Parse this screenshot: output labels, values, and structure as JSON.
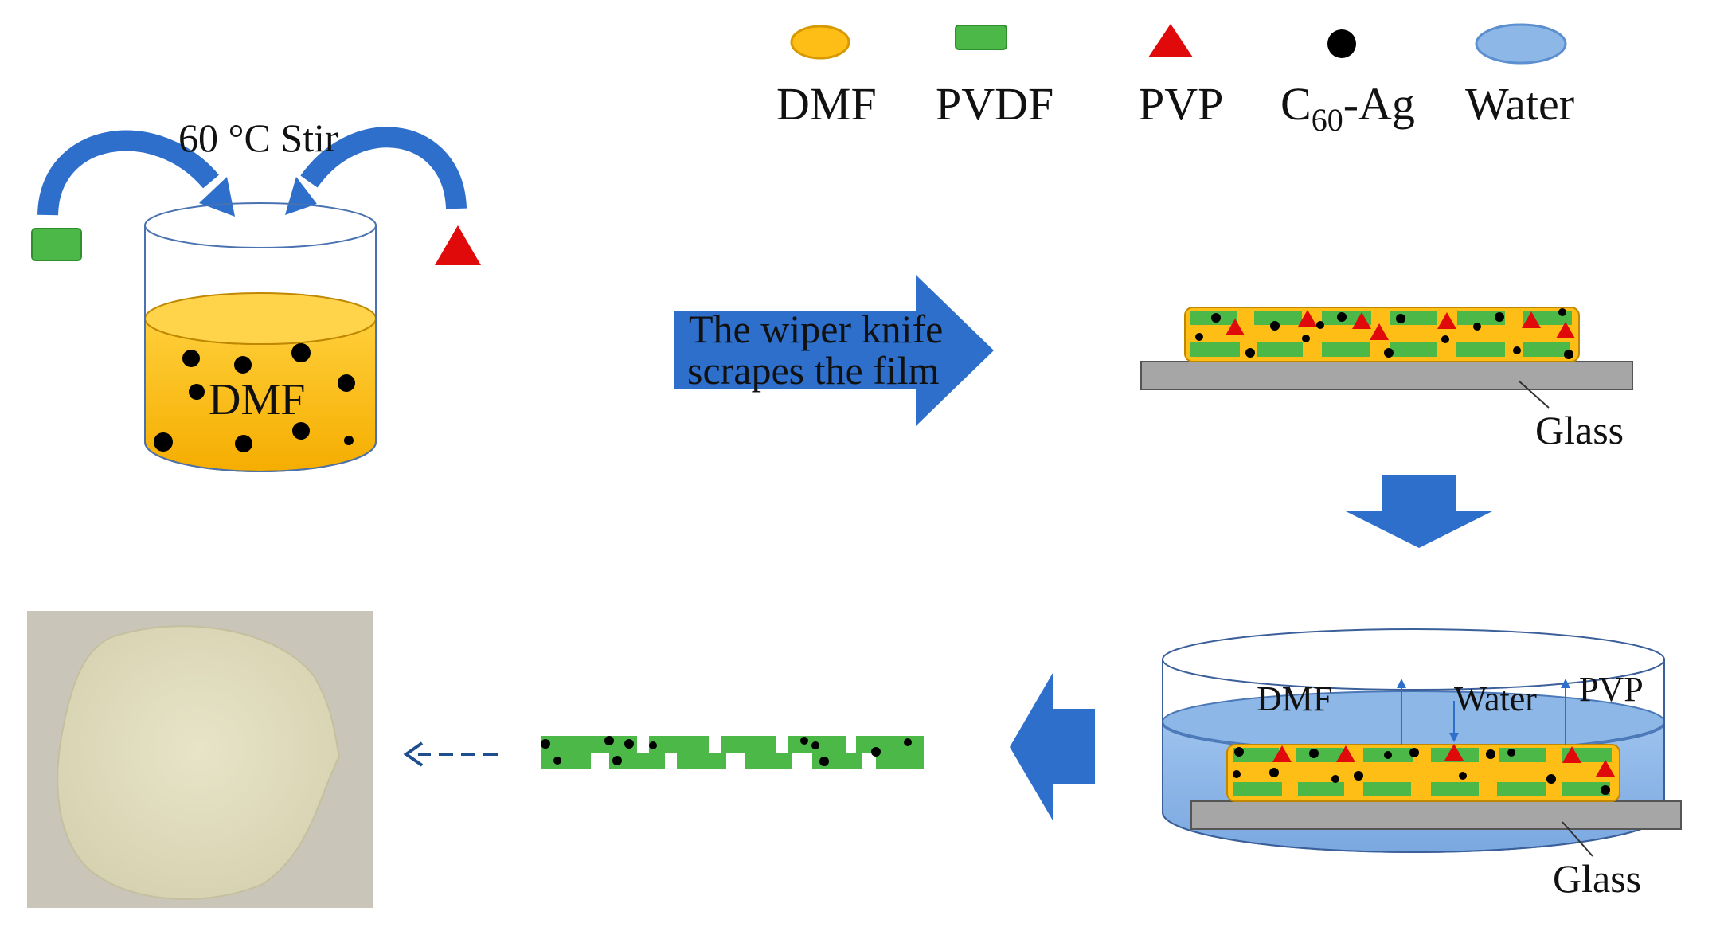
{
  "legend": [
    {
      "label": "DMF",
      "shape": "ellipse",
      "color": "#ffbe16"
    },
    {
      "label": "PVDF",
      "shape": "rect",
      "color": "#4cb848"
    },
    {
      "label": "PVP",
      "shape": "triangle",
      "color": "#e00a0a"
    },
    {
      "label": "C",
      "label_sub": "60",
      "label_suffix": "-Ag",
      "shape": "dot",
      "color": "#000000"
    },
    {
      "label": "Water",
      "shape": "ellipse",
      "color": "#8db7e6"
    }
  ],
  "beaker": {
    "stir_label": "60 °C Stir",
    "liquid_label": "DMF"
  },
  "step_arrow": {
    "line1": "The wiper knife",
    "line2": "scrapes the film"
  },
  "cast_film": {
    "substrate_label": "Glass"
  },
  "water_bath": {
    "dmf_label": "DMF",
    "water_label": "Water",
    "pvp_label": "PVP",
    "substrate_label": "Glass"
  },
  "colors": {
    "dmf": "#ffbe16",
    "pvdf": "#4cb848",
    "pvp": "#e00a0a",
    "c60ag": "#000000",
    "water": "#8db7e6",
    "arrow": "#2e6fcb",
    "glass": "#a6a6a6",
    "membrane_photo": "#ddd8bb"
  }
}
